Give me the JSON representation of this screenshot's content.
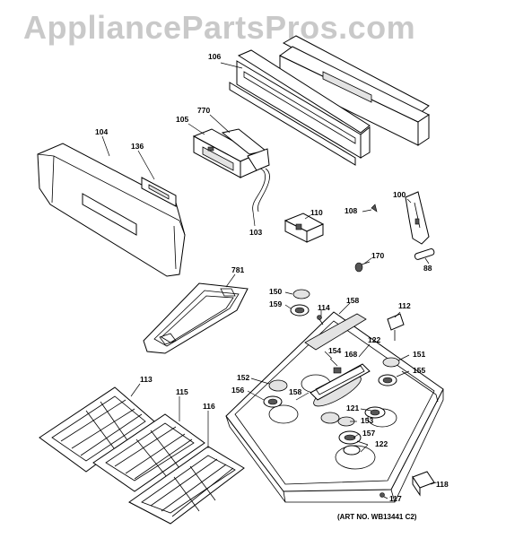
{
  "watermark": "AppliancePartsPros.com",
  "art_number": "(ART NO. WB13441 C2)",
  "labels": {
    "p106": "106",
    "p104": "104",
    "p136": "136",
    "p105": "105",
    "p770": "770",
    "p103": "103",
    "p110": "110",
    "p108": "108",
    "p100": "100",
    "p170": "170",
    "p88": "88",
    "p781": "781",
    "p150": "150",
    "p159": "159",
    "p114": "114",
    "p158a": "158",
    "p112": "112",
    "p154": "154",
    "p168": "168",
    "p122a": "122",
    "p151": "151",
    "p155": "155",
    "p152": "152",
    "p156": "156",
    "p158b": "158",
    "p121": "121",
    "p153": "153",
    "p157": "157",
    "p122b": "122",
    "p113": "113",
    "p115": "115",
    "p116": "116",
    "p118": "118",
    "p117": "117"
  }
}
